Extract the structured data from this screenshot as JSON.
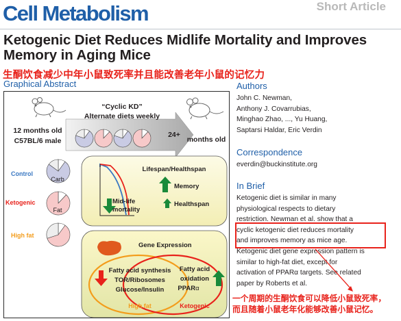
{
  "header": {
    "journal": "Cell Metabolism",
    "article_type": "Short Article"
  },
  "title": "Ketogenic Diet Reduces Midlife Mortality and Improves Memory in Aging Mice",
  "cn_title": "生酮饮食减少中年小鼠致死率并且能改善老年小鼠的记忆力",
  "graphical_abstract": {
    "label": "Graphical Abstract",
    "cyclic_kd": "“Cyclic KD”",
    "alternate": "Alternate diets weekly",
    "start_age": "12 months old",
    "strain": "C57BL/6 male",
    "end_age_number": "24+",
    "end_age_text": "months old",
    "diets": [
      {
        "name": "Control",
        "color": "#3a78c2",
        "pie_label": "Carb",
        "pie_fill": "#c9cbe4"
      },
      {
        "name": "Ketogenic",
        "color": "#e8221b",
        "pie_label": "Fat",
        "pie_fill": "#f7c9c9"
      },
      {
        "name": "High fat",
        "color": "#f39c1b",
        "pie_label": "",
        "pie_fill": "#f7c9c9"
      }
    ],
    "lifespan_title": "Lifespan/Healthspan",
    "mid_life": "Mid-life",
    "mortality": "mortality",
    "memory": "Memory",
    "healthspan": "Healthspan",
    "gene_expression": "Gene Expression",
    "fa_synthesis": "Fatty acid synthesis",
    "tor": "TOR/Ribosomes",
    "glucose": "Glucose/Insulin",
    "fa_ox_1": "Fatty acid",
    "fa_ox_2": "oxidation",
    "ppar": "PPAR",
    "ppar_alpha": "α",
    "high_fat_label": "High fat",
    "ketogenic_label": "Ketogenic"
  },
  "sidebar": {
    "authors_heading": "Authors",
    "authors": [
      "John C. Newman,",
      "Anthony J. Covarrubias,",
      "Minghao Zhao, ..., Yu Huang,",
      "Saptarsi Haldar, Eric Verdin"
    ],
    "correspondence_heading": "Correspondence",
    "email": "everdin@buckinstitute.org",
    "in_brief_heading": "In Brief",
    "in_brief_lines": [
      "Ketogenic diet is similar in many",
      "physiological respects to dietary",
      "restriction. Newman et al. show that a",
      "cyclic ketogenic diet reduces mortality",
      "and improves memory as mice age.",
      "Ketogenic diet gene expression pattern is",
      "similar to high-fat diet, except for",
      "activation of PPARα targets. See related",
      "paper by Roberts et al."
    ]
  },
  "annotation": {
    "cn_note_1": "一个周期的生酮饮食可以降低小鼠致死率，",
    "cn_note_2": "而且随着小鼠老年化能够改善小鼠记忆。",
    "color": "#e8221b"
  }
}
